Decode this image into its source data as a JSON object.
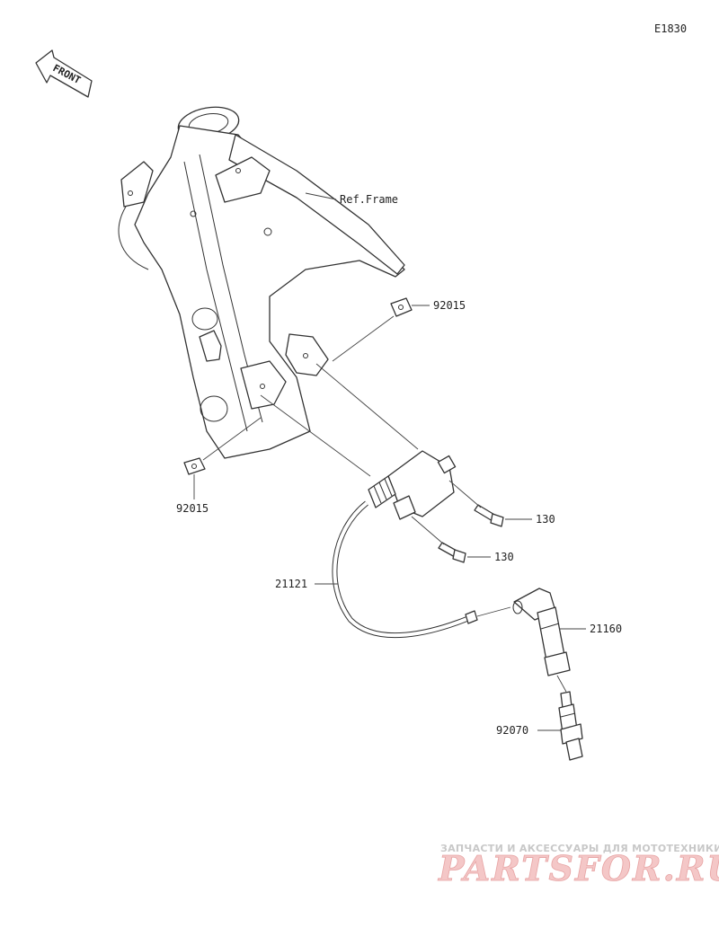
{
  "diagram_code": "E1830",
  "front_arrow_label": "FRONT",
  "ref_frame_label": "Ref.Frame",
  "callouts": {
    "nut_upper": "92015",
    "nut_lower": "92015",
    "bolt_upper": "130",
    "bolt_lower": "130",
    "lead": "21121",
    "cap": "21160",
    "plug": "92070"
  },
  "watermark": {
    "tagline": "ЗАПЧАСТИ И АКСЕССУАРЫ ДЛЯ МОТОТЕХНИКИ",
    "brand": "PARTSFOR.RU"
  },
  "colors": {
    "line": "#333333",
    "watermark_brand": "#f4c7c7",
    "watermark_tagline": "#c8c8c8"
  }
}
